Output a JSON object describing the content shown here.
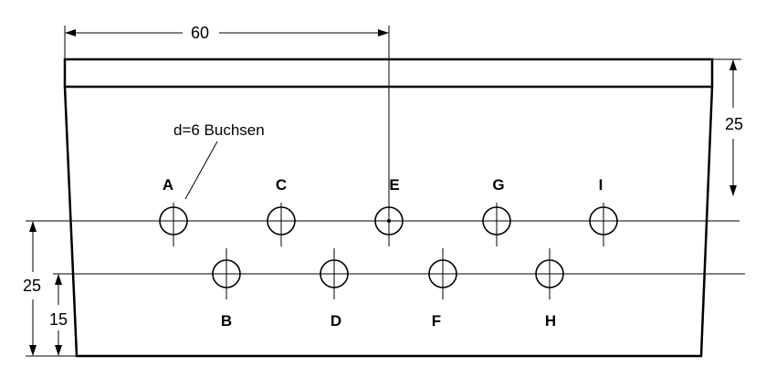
{
  "dimensions": {
    "top_width": "60",
    "right_height": "25",
    "left_outer": "25",
    "left_inner": "15"
  },
  "callout": {
    "text": "d=6 Buchsen"
  },
  "holes_top_row": [
    "A",
    "C",
    "E",
    "G",
    "I"
  ],
  "holes_bottom_row": [
    "B",
    "D",
    "F",
    "H"
  ]
}
